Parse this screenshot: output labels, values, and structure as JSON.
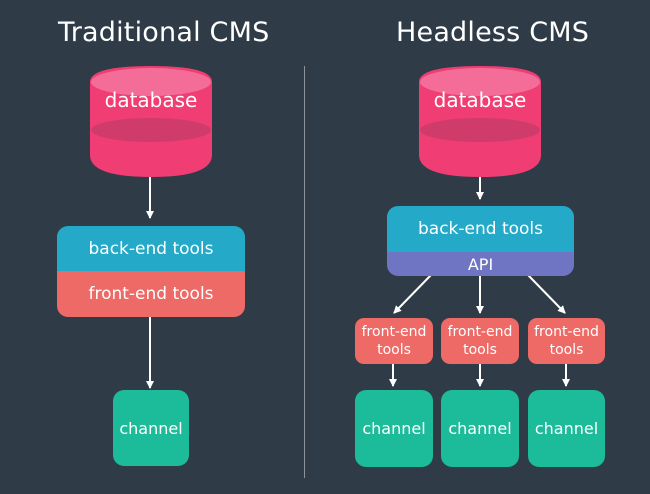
{
  "traditional": {
    "title": "Traditional CMS",
    "database_label": "database",
    "backend_label": "back-end tools",
    "frontend_label": "front-end tools",
    "channel_label": "channel"
  },
  "headless": {
    "title": "Headless CMS",
    "database_label": "database",
    "backend_label": "back-end tools",
    "api_label": "API",
    "frontend_tools": [
      {
        "line1": "front-end",
        "line2": "tools"
      },
      {
        "line1": "front-end",
        "line2": "tools"
      },
      {
        "line1": "front-end",
        "line2": "tools"
      }
    ],
    "channels": [
      {
        "label": "channel"
      },
      {
        "label": "channel"
      },
      {
        "label": "channel"
      }
    ]
  },
  "colors": {
    "background": "#2f3b47",
    "database": "#f03d73",
    "database_top": "#f36d98",
    "backend": "#24a9c8",
    "frontend": "#ee6a66",
    "api": "#6f74c3",
    "channel": "#1cbb99",
    "text": "#ffffff"
  }
}
